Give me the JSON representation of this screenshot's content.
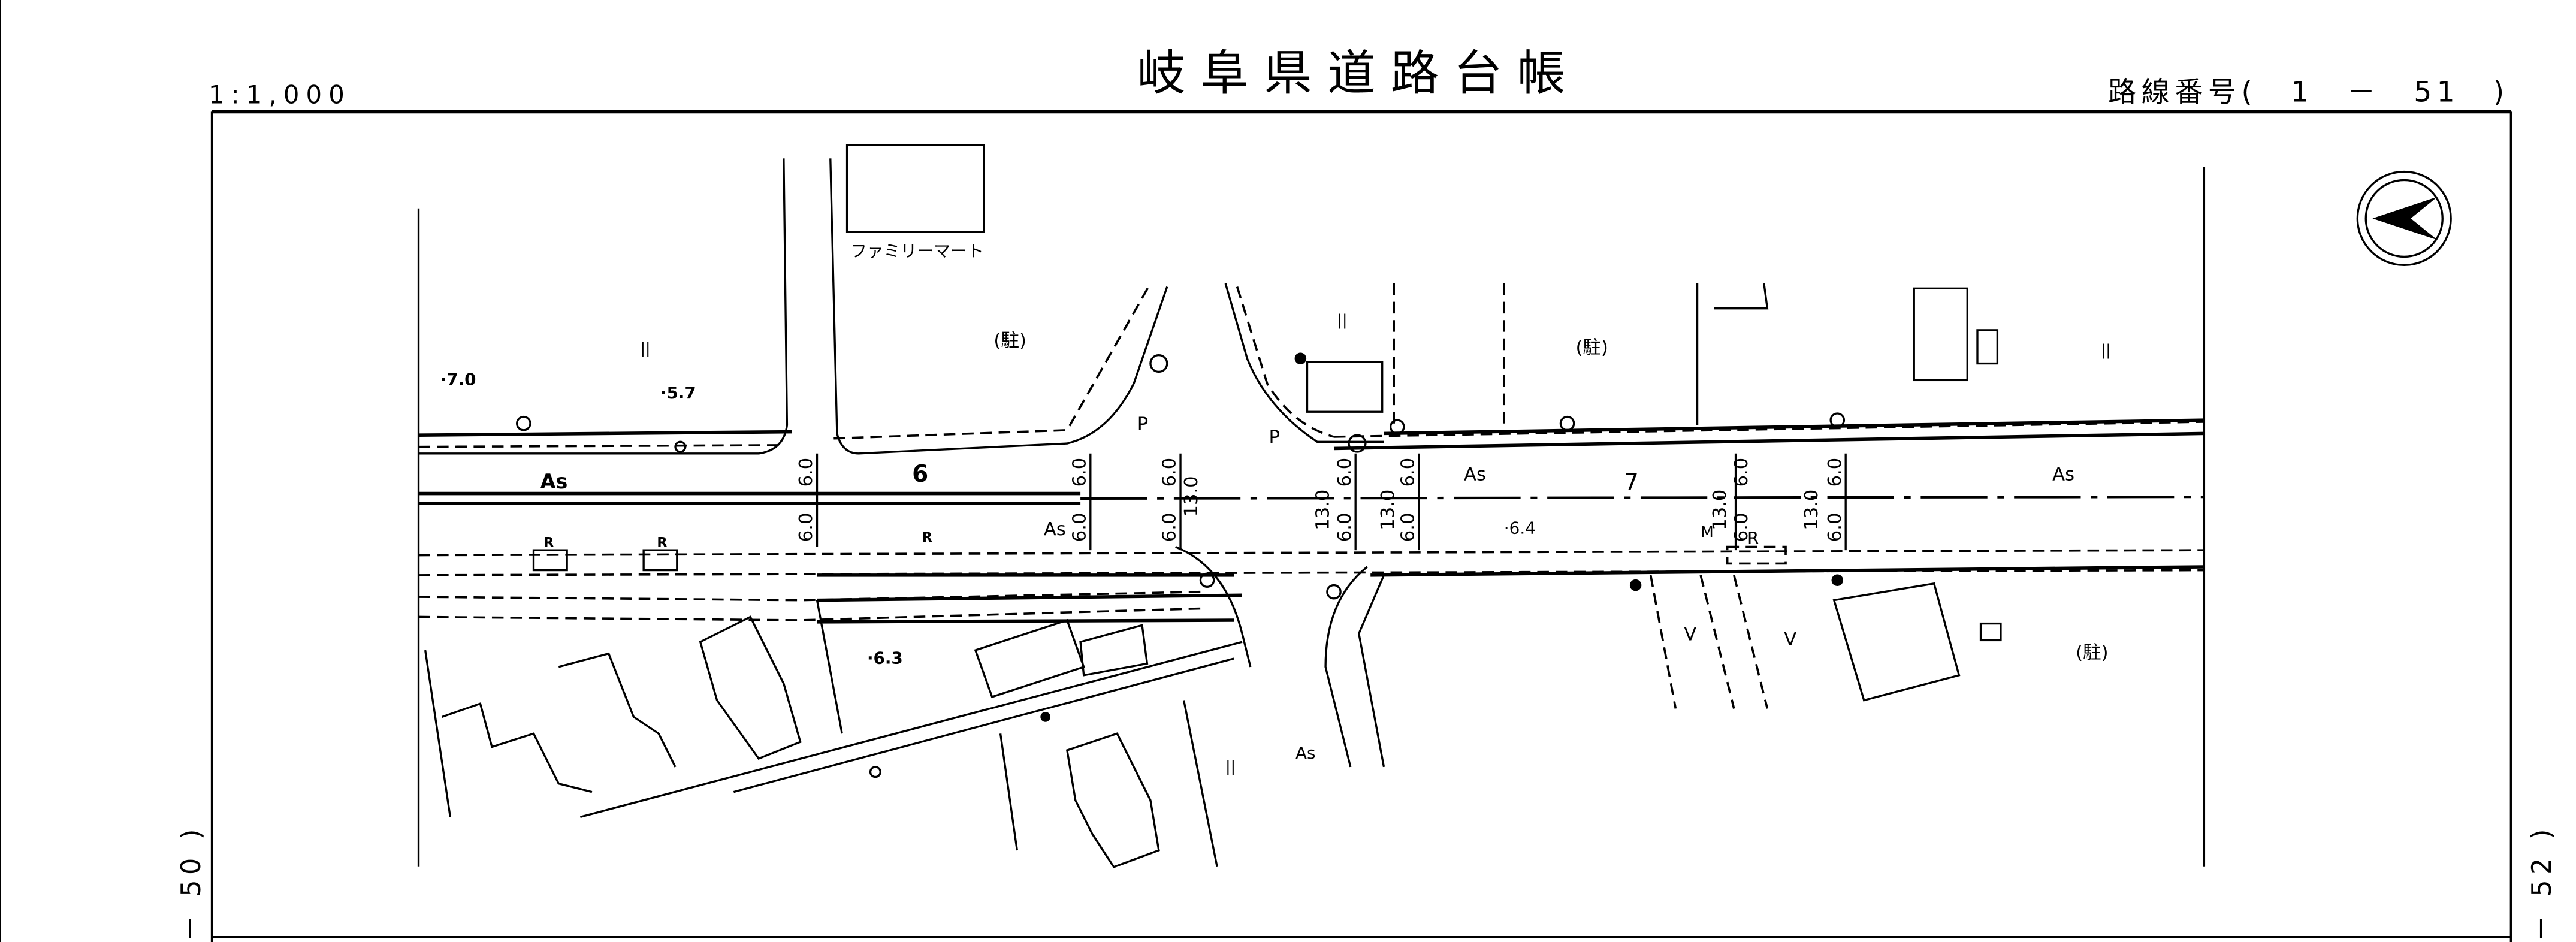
{
  "header": {
    "scale": "1:1,000",
    "title": "岐阜県道路台帳",
    "route_number": "路線番号(　1　－　51　)"
  },
  "sheet_links": {
    "left": "－ 50 )",
    "right": "－ 52 )"
  },
  "map": {
    "north_arrow": "north-arrow-icon",
    "store_name": "ファミリーマート",
    "parking": [
      "(駐)",
      "(駐)",
      "(駐)"
    ],
    "elevations": [
      "·7.0",
      "·5.7",
      "·6.4",
      "·6.3"
    ],
    "surface": [
      "As",
      "As",
      "As",
      "As",
      "As"
    ],
    "station_numbers": [
      "6",
      "7"
    ],
    "widths": {
      "half": "6.0",
      "total": "13.0"
    },
    "markers": {
      "r": "R",
      "p": "P",
      "m": "M"
    },
    "field_mark": "||",
    "field_mark2": "V"
  },
  "colors": {
    "ink": "#000000",
    "paper": "#ffffff"
  }
}
